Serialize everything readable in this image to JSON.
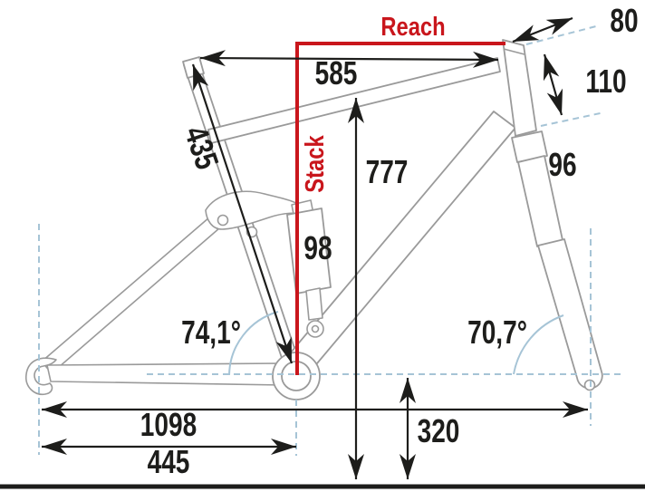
{
  "labels": {
    "reach": "Reach",
    "stack": "Stack"
  },
  "angles": {
    "seat_angle": "74,1°",
    "head_angle": "70,7°"
  },
  "dims": {
    "stem": "80",
    "top_tube": "585",
    "head_tube": "110",
    "seat_tube": "435",
    "fork_lower": "96",
    "frame_height": "777",
    "shock": "98",
    "bb_height": "320",
    "wheelbase": "1098",
    "rear_center": "445"
  },
  "colors": {
    "accent_red": "#c9161c",
    "datum_dashed_blue": "#a6c4d6",
    "frame_gray": "#9a9a9a",
    "ink_black": "#1d1d1b"
  }
}
